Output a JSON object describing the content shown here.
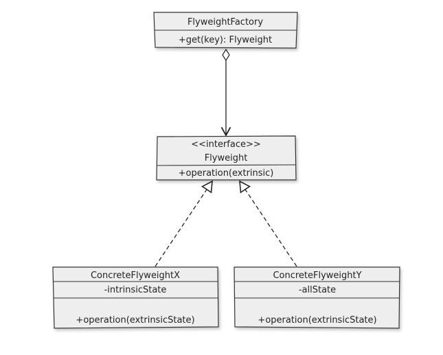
{
  "diagram": {
    "classes": {
      "factory": {
        "name": "FlyweightFactory",
        "members": [
          "+get(key): Flyweight"
        ]
      },
      "flyweight": {
        "stereotype": "<<interface>>",
        "name": "Flyweight",
        "members": [
          "+operation(extrinsic)"
        ]
      },
      "concrete_x": {
        "name": "ConcreteFlyweightX",
        "attributes": [
          "-intrinsicState"
        ],
        "operations": [
          "+operation(extrinsicState)"
        ]
      },
      "concrete_y": {
        "name": "ConcreteFlyweightY",
        "attributes": [
          "-allState"
        ],
        "operations": [
          "+operation(extrinsicState)"
        ]
      }
    },
    "relations": [
      {
        "type": "aggregation",
        "from": "FlyweightFactory",
        "to": "Flyweight"
      },
      {
        "type": "realization",
        "from": "ConcreteFlyweightX",
        "to": "Flyweight"
      },
      {
        "type": "realization",
        "from": "ConcreteFlyweightY",
        "to": "Flyweight"
      }
    ]
  }
}
